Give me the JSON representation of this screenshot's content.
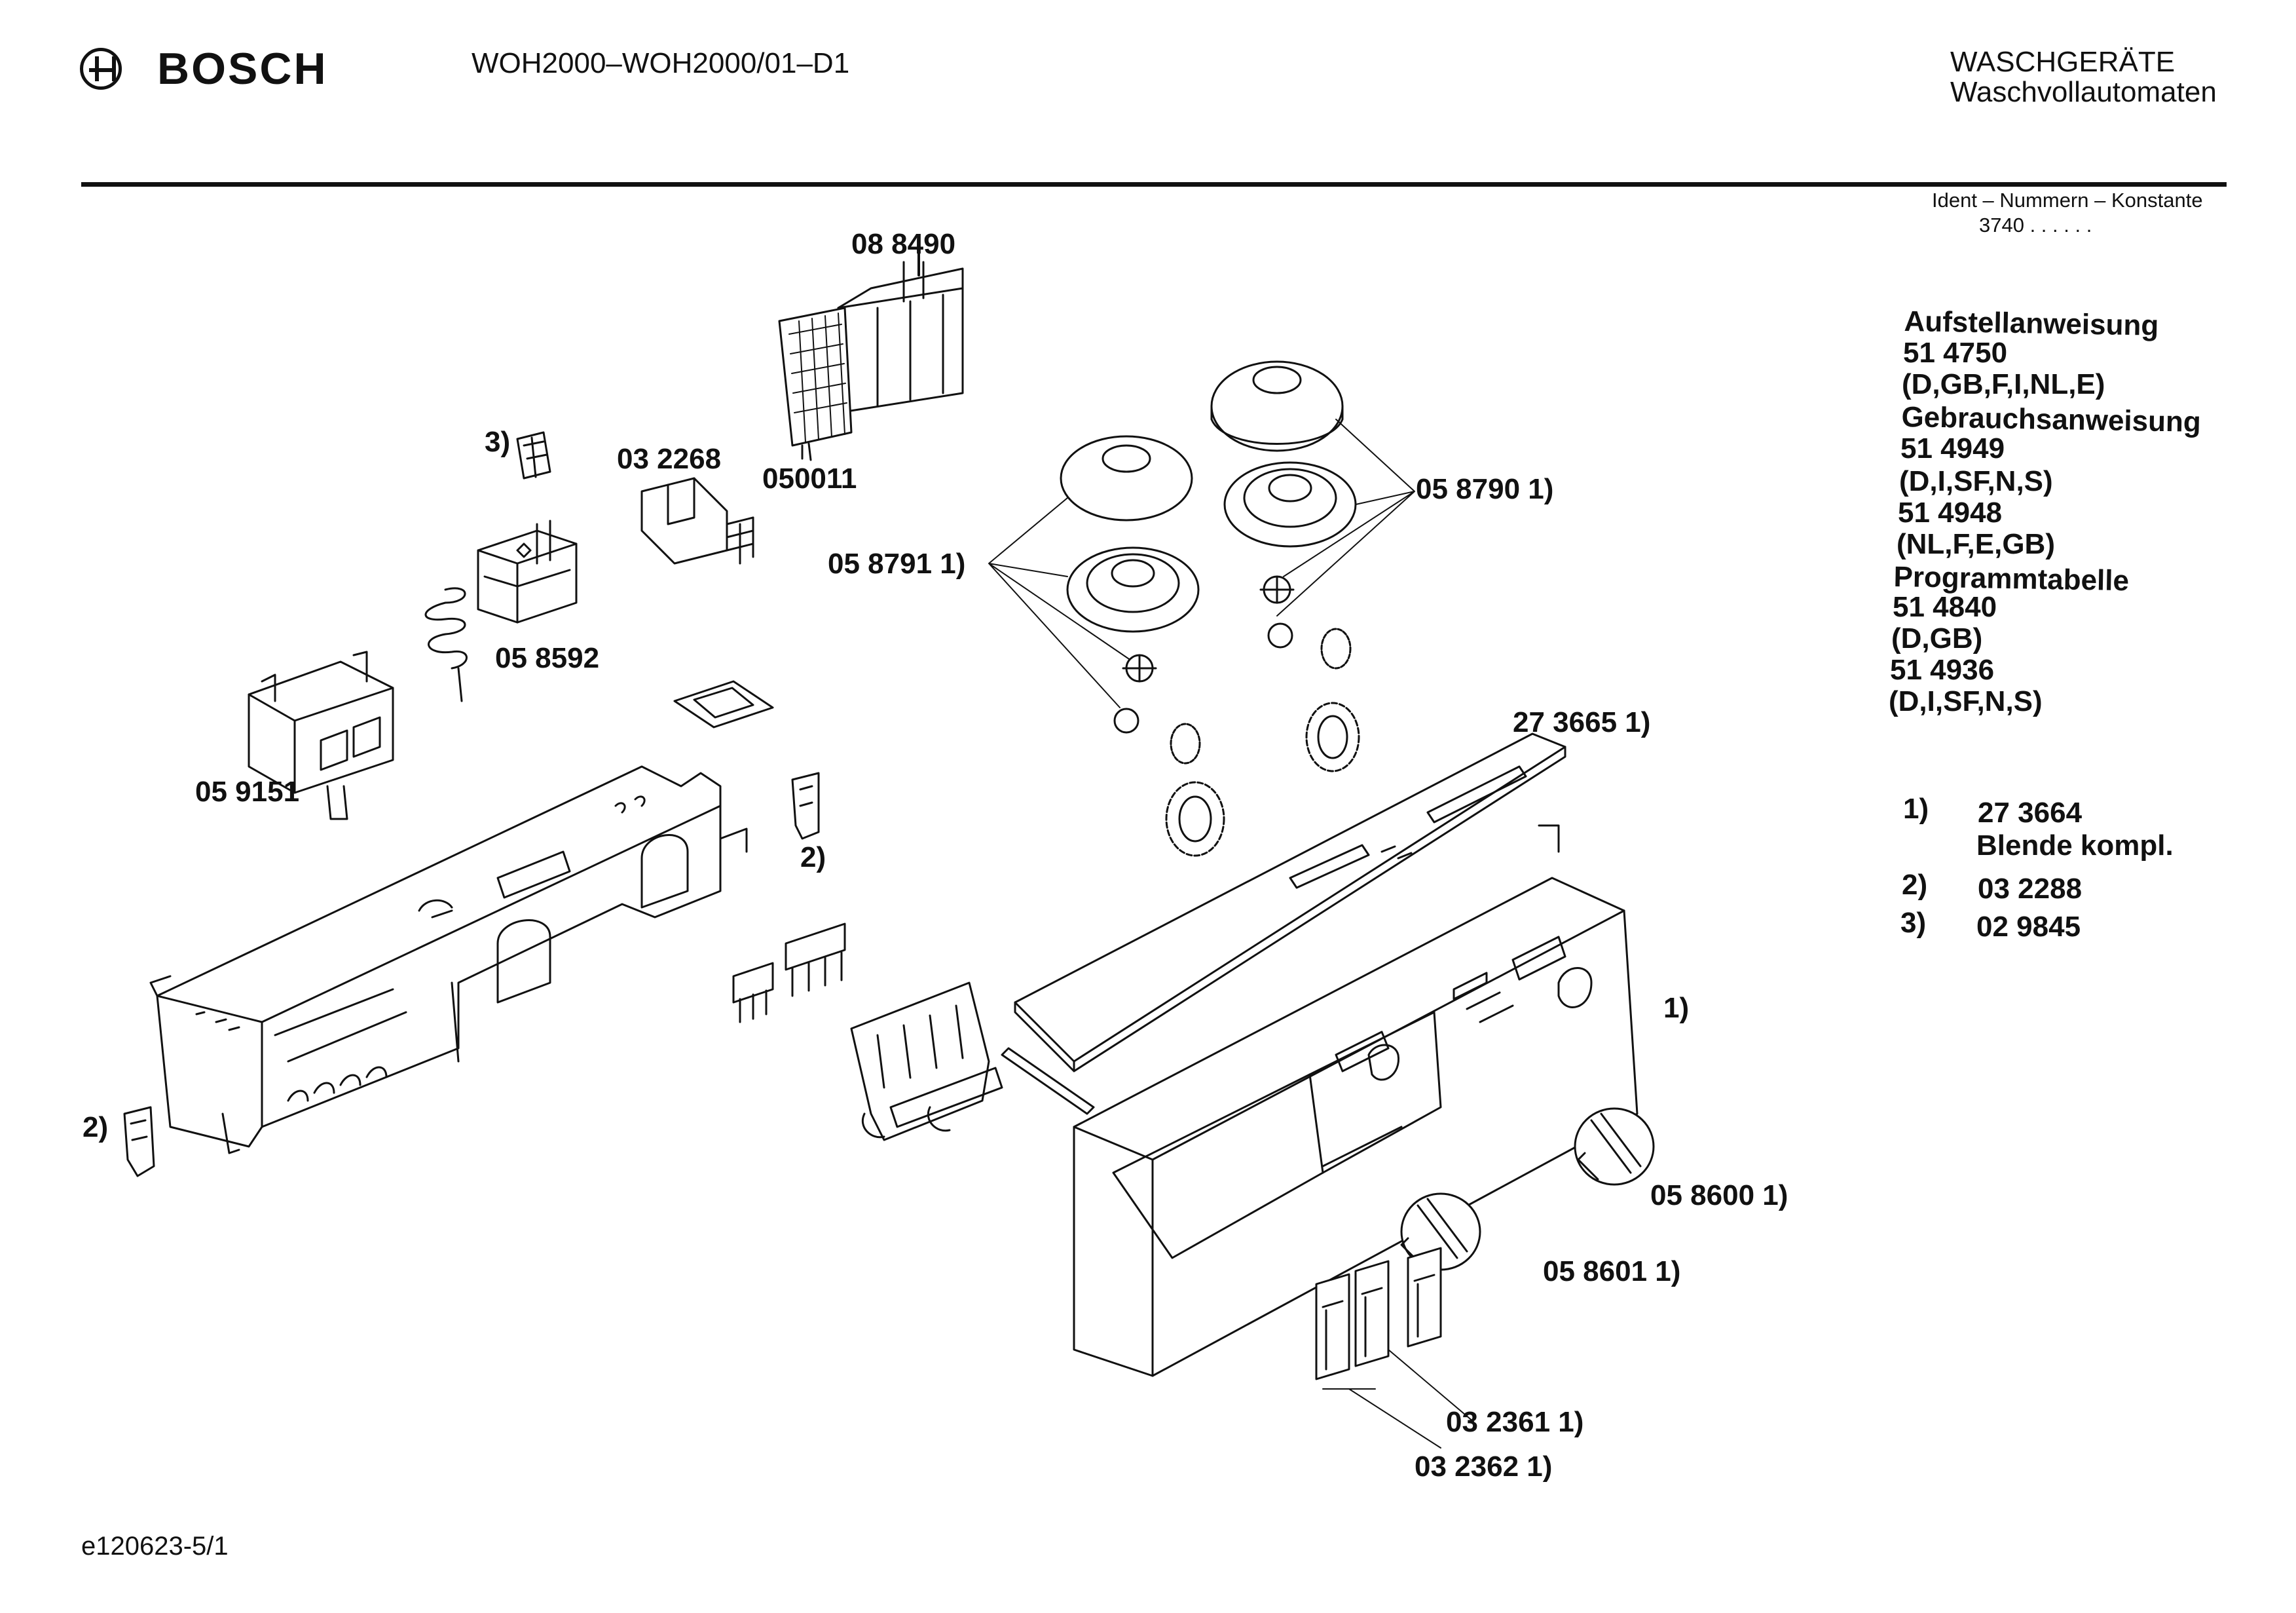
{
  "header": {
    "brand": "BOSCH",
    "model": "WOH2000–WOH2000/01–D1",
    "category_line1": "WASCHGERÄTE",
    "category_line2": "Waschvollautomaten",
    "ident_label": "Ident – Nummern – Konstante",
    "ident_value": "3740 . . . . . ."
  },
  "documents": [
    "Aufstellanweisung",
    "51 4750",
    "(D,GB,F,I,NL,E)",
    "Gebrauchsanweisung",
    "51 4949",
    "(D,I,SF,N,S)",
    "51 4948",
    "(NL,F,E,GB)",
    "Programmtabelle",
    "51 4840",
    "(D,GB)",
    "51 4936",
    "(D,I,SF,N,S)"
  ],
  "footnotes": [
    {
      "mark": "1)",
      "text": "27 3664",
      "text2": "Blende kompl."
    },
    {
      "mark": "2)",
      "text": "03 2288"
    },
    {
      "mark": "3)",
      "text": "02 9845"
    }
  ],
  "part_labels": [
    "08 8490",
    "050011",
    "3)",
    "03 2268",
    "05 8592",
    "05 9151",
    "05 8791 1)",
    "05 8790 1)",
    "27 3665 1)",
    "2)",
    "2)",
    "1)",
    "05 8600 1)",
    "05 8601 1)",
    "03 2361 1)",
    "03 2362 1)"
  ],
  "footer": {
    "ref": "e120623-5/1"
  }
}
